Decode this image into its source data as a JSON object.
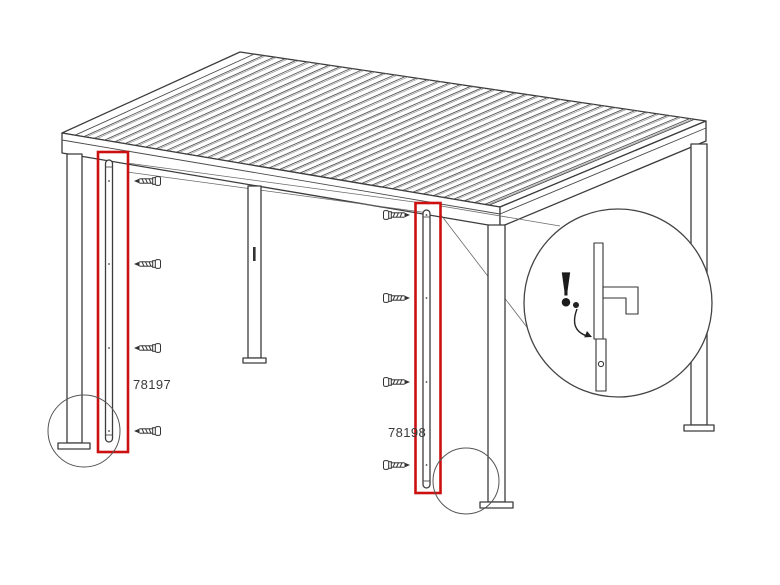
{
  "labels": {
    "part_left": "78197",
    "part_right": "78198",
    "warning_mark": "!"
  },
  "colors": {
    "highlight_red": "#cc1010",
    "line": "#3c3c3c"
  },
  "parts": [
    {
      "id": "78197",
      "name": "post-cover-channel-left",
      "screw_count": 4
    },
    {
      "id": "78198",
      "name": "post-cover-channel-right",
      "screw_count": 4
    }
  ]
}
